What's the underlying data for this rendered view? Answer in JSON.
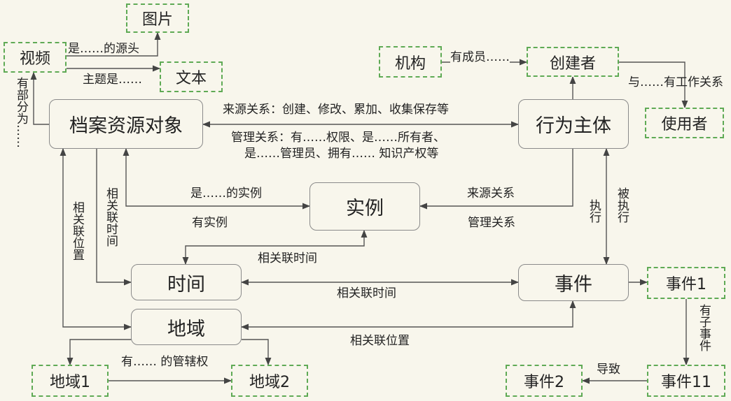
{
  "nodes": {
    "archive": "档案资源对象",
    "agent": "行为主体",
    "instance": "实例",
    "time": "时间",
    "event": "事件",
    "place": "地域"
  },
  "leaves": {
    "image": "图片",
    "video": "视频",
    "text": "文本",
    "org": "机构",
    "creator": "创建者",
    "user": "使用者",
    "event1": "事件1",
    "event11": "事件11",
    "event2": "事件2",
    "place1": "地域1",
    "place2": "地域2"
  },
  "edges": {
    "source_of": "是……的源头",
    "subject_is": "主题是……",
    "divided_into": "有部分为……",
    "has_member": "有成员……",
    "works_with": "与……有工作关系",
    "provenance": "来源关系：创建、修改、累加、收集保存等",
    "mgmt1": "管理关系：有……权限、是……所有者、",
    "mgmt2": "是……管理员、拥有…… 知识产权等",
    "instance_of": "是……的实例",
    "has_instance": "有实例",
    "agent_provenance": "来源关系",
    "agent_mgmt": "管理关系",
    "perform": "执行",
    "performed_by": "被执行",
    "rel_time_v": "相关联时间",
    "rel_place_v": "相关联位置",
    "rel_time_inst": "相关联时间",
    "rel_time_event": "相关联时间",
    "rel_place_event": "相关联位置",
    "has_subevent": "有子事件",
    "causes": "导致",
    "jurisdiction": "有…… 的管辖权"
  }
}
